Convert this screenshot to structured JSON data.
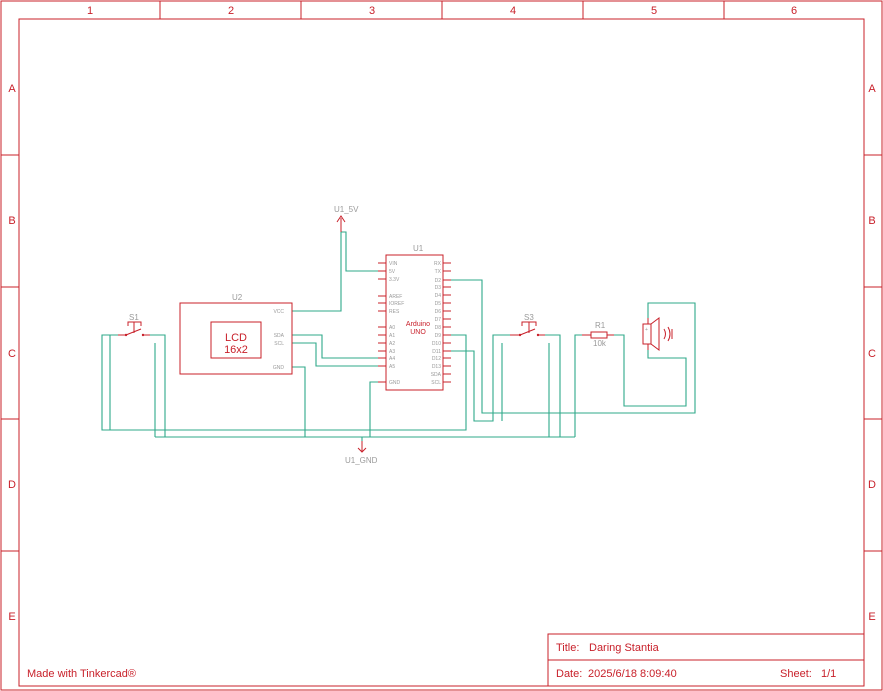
{
  "frame": {
    "columns": [
      "1",
      "2",
      "3",
      "4",
      "5",
      "6"
    ],
    "rows": [
      "A",
      "B",
      "C",
      "D",
      "E"
    ]
  },
  "components": {
    "u1": {
      "ref": "U1",
      "name_line1": "Arduino",
      "name_line2": "UNO",
      "left_pins": [
        "VIN",
        "5V",
        "3.3V",
        "AREF",
        "IOREF",
        "RES",
        "A0",
        "A1",
        "A2",
        "A3",
        "A4",
        "A5",
        "GND"
      ],
      "right_pins": [
        "RX",
        "TX",
        "D2",
        "D3",
        "D4",
        "D5",
        "D6",
        "D7",
        "D8",
        "D9",
        "D10",
        "D11",
        "D12",
        "D13",
        "SDA",
        "SCL"
      ]
    },
    "u2": {
      "ref": "U2",
      "label_line1": "LCD",
      "label_line2": "16x2",
      "pins": [
        "VCC",
        "SDA",
        "SCL",
        "GND"
      ]
    },
    "s1": {
      "ref": "S1"
    },
    "s3": {
      "ref": "S3"
    },
    "r1": {
      "ref": "R1",
      "value": "10k"
    },
    "speaker": {
      "ref": ""
    },
    "power": {
      "label": "U1_5V"
    },
    "ground": {
      "label": "U1_GND"
    }
  },
  "title_block": {
    "made_with": "Made with Tinkercad®",
    "title_label": "Title:",
    "title_value": "Daring Stantia",
    "date_label": "Date:",
    "date_value": "2025/6/18 8:09:40",
    "sheet_label": "Sheet:",
    "sheet_value": "1/1"
  },
  "colors": {
    "frame": "#c8202a",
    "wire": "#2fa88a",
    "pin_text": "#9a9a9a"
  }
}
